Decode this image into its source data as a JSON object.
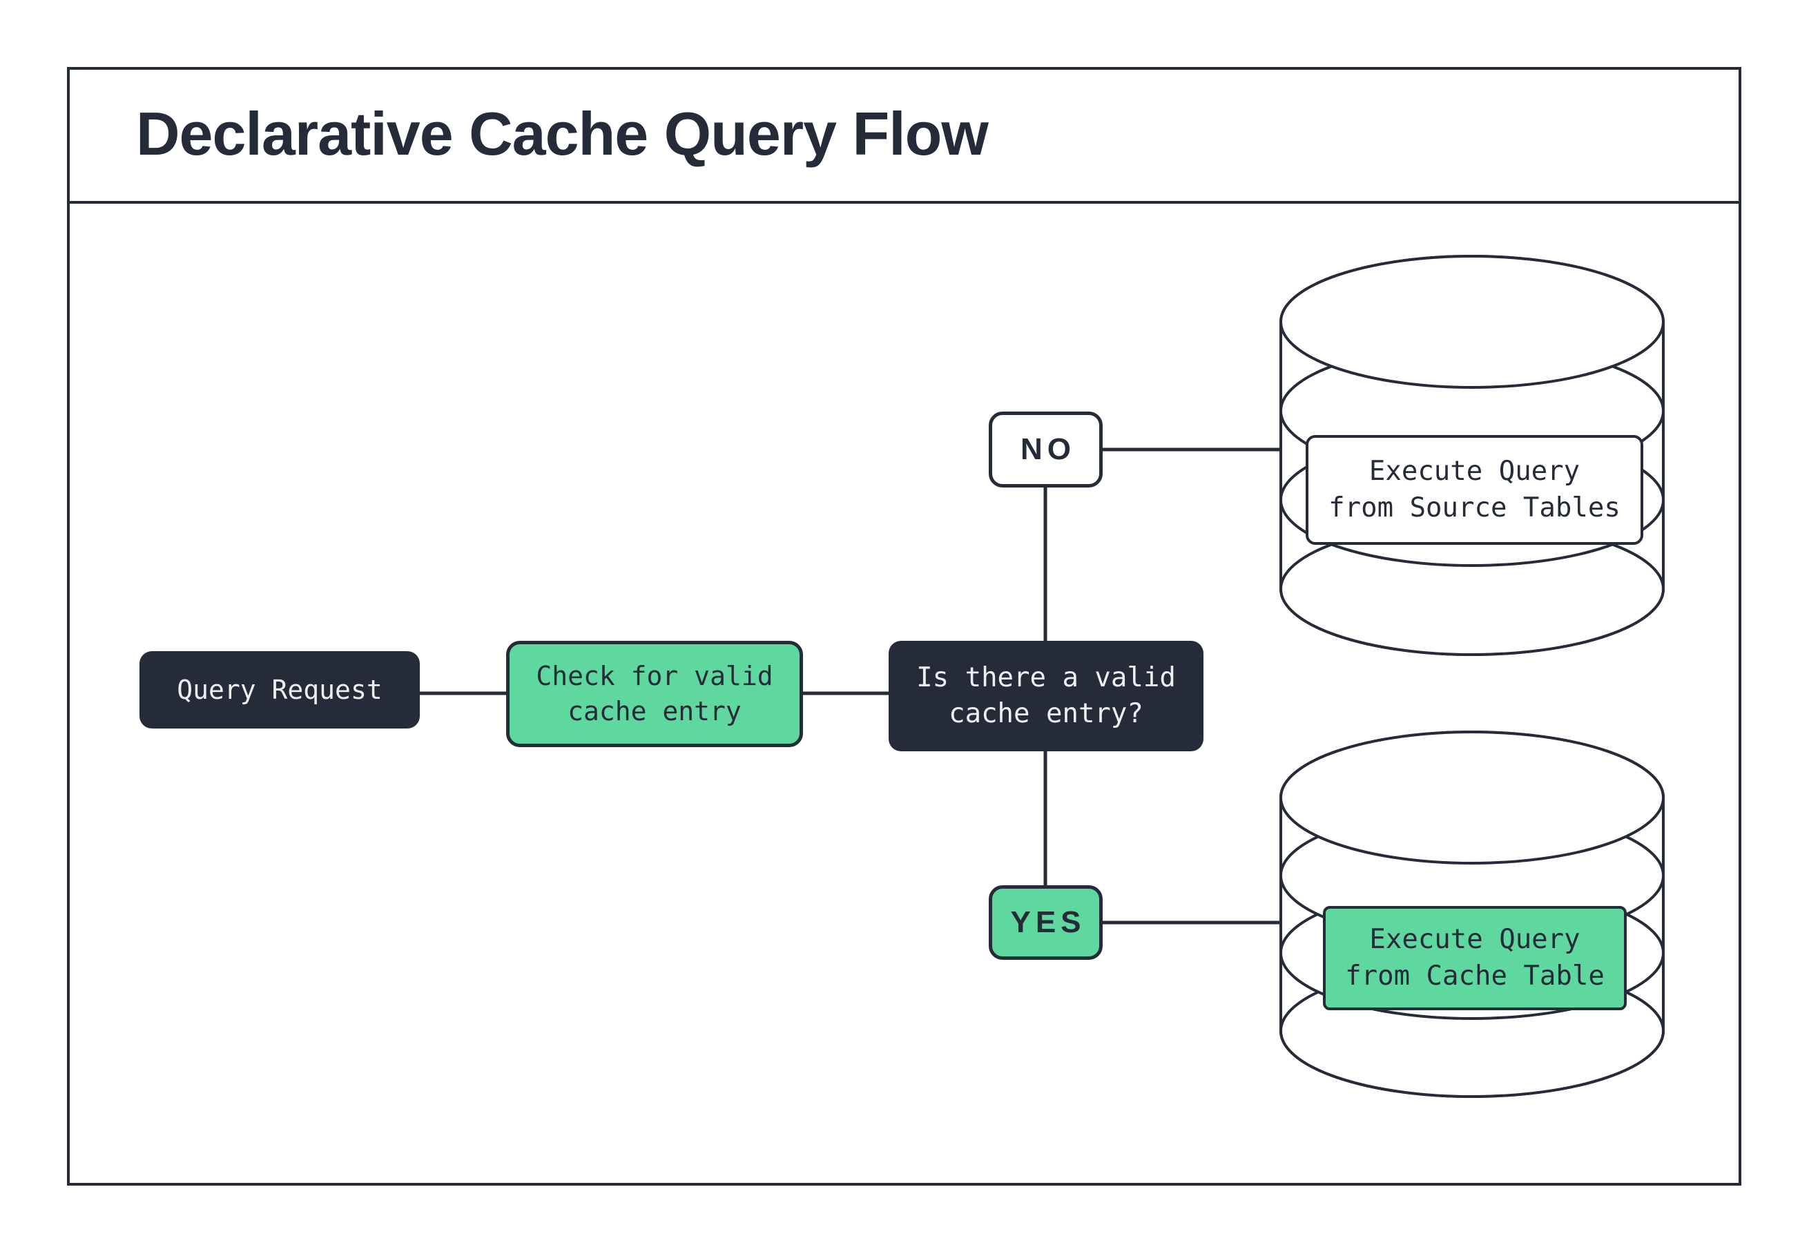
{
  "title": "Declarative Cache Query Flow",
  "nodes": {
    "query_request": {
      "label": "Query Request"
    },
    "check_cache": {
      "line1": "Check for valid",
      "line2": "cache entry"
    },
    "decision": {
      "line1": "Is there a valid",
      "line2": "cache entry?"
    },
    "no_branch": {
      "label": "NO"
    },
    "yes_branch": {
      "label": "YES"
    },
    "source_db": {
      "line1": "Execute Query",
      "line2": "from Source Tables"
    },
    "cache_db": {
      "line1": "Execute Query",
      "line2": "from Cache Table"
    }
  },
  "colors": {
    "navy": "#262B3A",
    "green": "#5FD8A0",
    "paper": "#FFFFFF",
    "text_light": "#EDEEF0"
  }
}
